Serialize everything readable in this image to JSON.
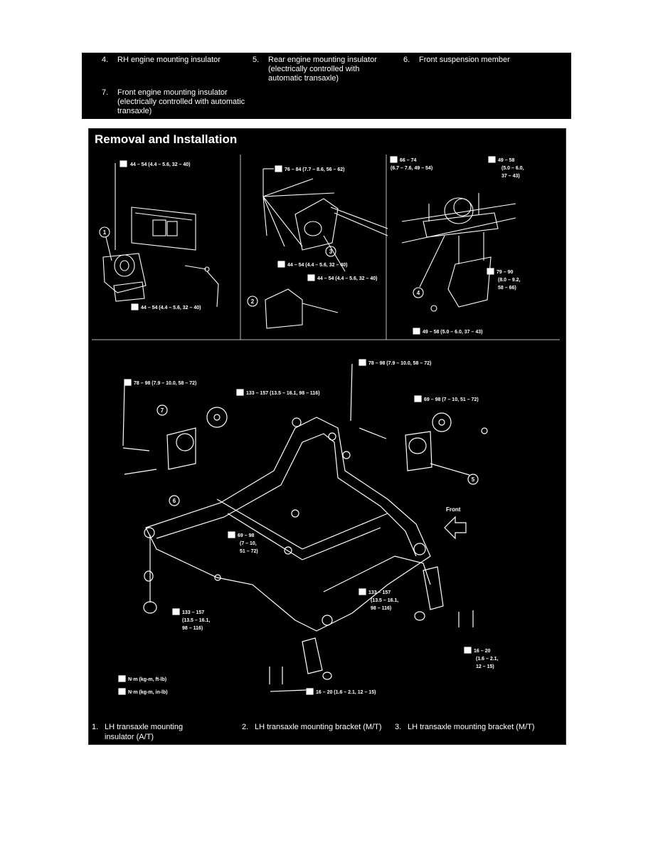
{
  "top_legend": [
    {
      "num": "4.",
      "text": "RH engine mounting insulator"
    },
    {
      "num": "5.",
      "text": "Rear engine mounting insulator (electrically controlled with automatic transaxle)"
    },
    {
      "num": "6.",
      "text": "Front suspension member"
    },
    {
      "num": "7.",
      "text": "Front engine mounting insulator (electrically controlled with automatic transaxle)"
    }
  ],
  "section_title": "Removal and Installation",
  "torque_labels": {
    "p1_top": "44 – 54 (4.4 – 5.6, 32 – 40)",
    "p1_bottom": "44 – 54 (4.4 – 5.6, 32 – 40)",
    "p2_top": "76 – 84 (7.7 – 8.6, 56 – 62)",
    "p2_mid1": "44 – 54 (4.4 – 5.6, 32 – 40)",
    "p2_mid2": "44 – 54 (4.4 – 5.6, 32 – 40)",
    "p3_a1": "66 – 74",
    "p3_a2": "(6.7 – 7.6, 49 – 54)",
    "p3_b1": "49 – 58",
    "p3_b2": "(5.0 – 6.0,",
    "p3_b3": "37 – 43)",
    "p3_c1": "79 – 90",
    "p3_c2": "(8.0 – 9.2,",
    "p3_c3": "58 – 66)",
    "p3_bottom": "49 – 58 (5.0 – 6.0, 37 – 43)",
    "m_top_right": "78 – 98 (7.9 – 10.0, 58 – 72)",
    "m_left_top": "78 – 98 (7.9 – 10.0, 58 – 72)",
    "m_center_top": "133 – 157 (13.5 – 16.1, 98 – 116)",
    "m_right": "69 – 98 (7 – 10, 51 – 72)",
    "m_center1": "69 – 98",
    "m_center2": "(7 – 10,",
    "m_center3": "51 – 72)",
    "m_rc1": "133 – 157",
    "m_rc2": "(13.5 – 16.1,",
    "m_rc3": "98 – 116)",
    "m_lb1": "133 – 157",
    "m_lb2": "(13.5 – 16.1,",
    "m_lb3": "98 – 116)",
    "m_rb1": "16 – 20",
    "m_rb2": "(1.6 – 2.1,",
    "m_rb3": "12 – 15)",
    "m_bottom": "16 – 20 (1.6 – 2.1, 12 – 15)",
    "unit_nm_ft": "N·m (kg-m, ft-lb)",
    "unit_nm_in": "N·m (kg-m, in-lb)",
    "front_label": "Front"
  },
  "callouts": [
    "1",
    "2",
    "3",
    "4",
    "5",
    "6",
    "7"
  ],
  "bottom_legend": [
    {
      "num": "1.",
      "text": "LH transaxle mounting insulator (A/T)"
    },
    {
      "num": "2.",
      "text": "LH transaxle mounting bracket (M/T)"
    },
    {
      "num": "3.",
      "text": "LH transaxle mounting bracket (M/T)"
    }
  ]
}
